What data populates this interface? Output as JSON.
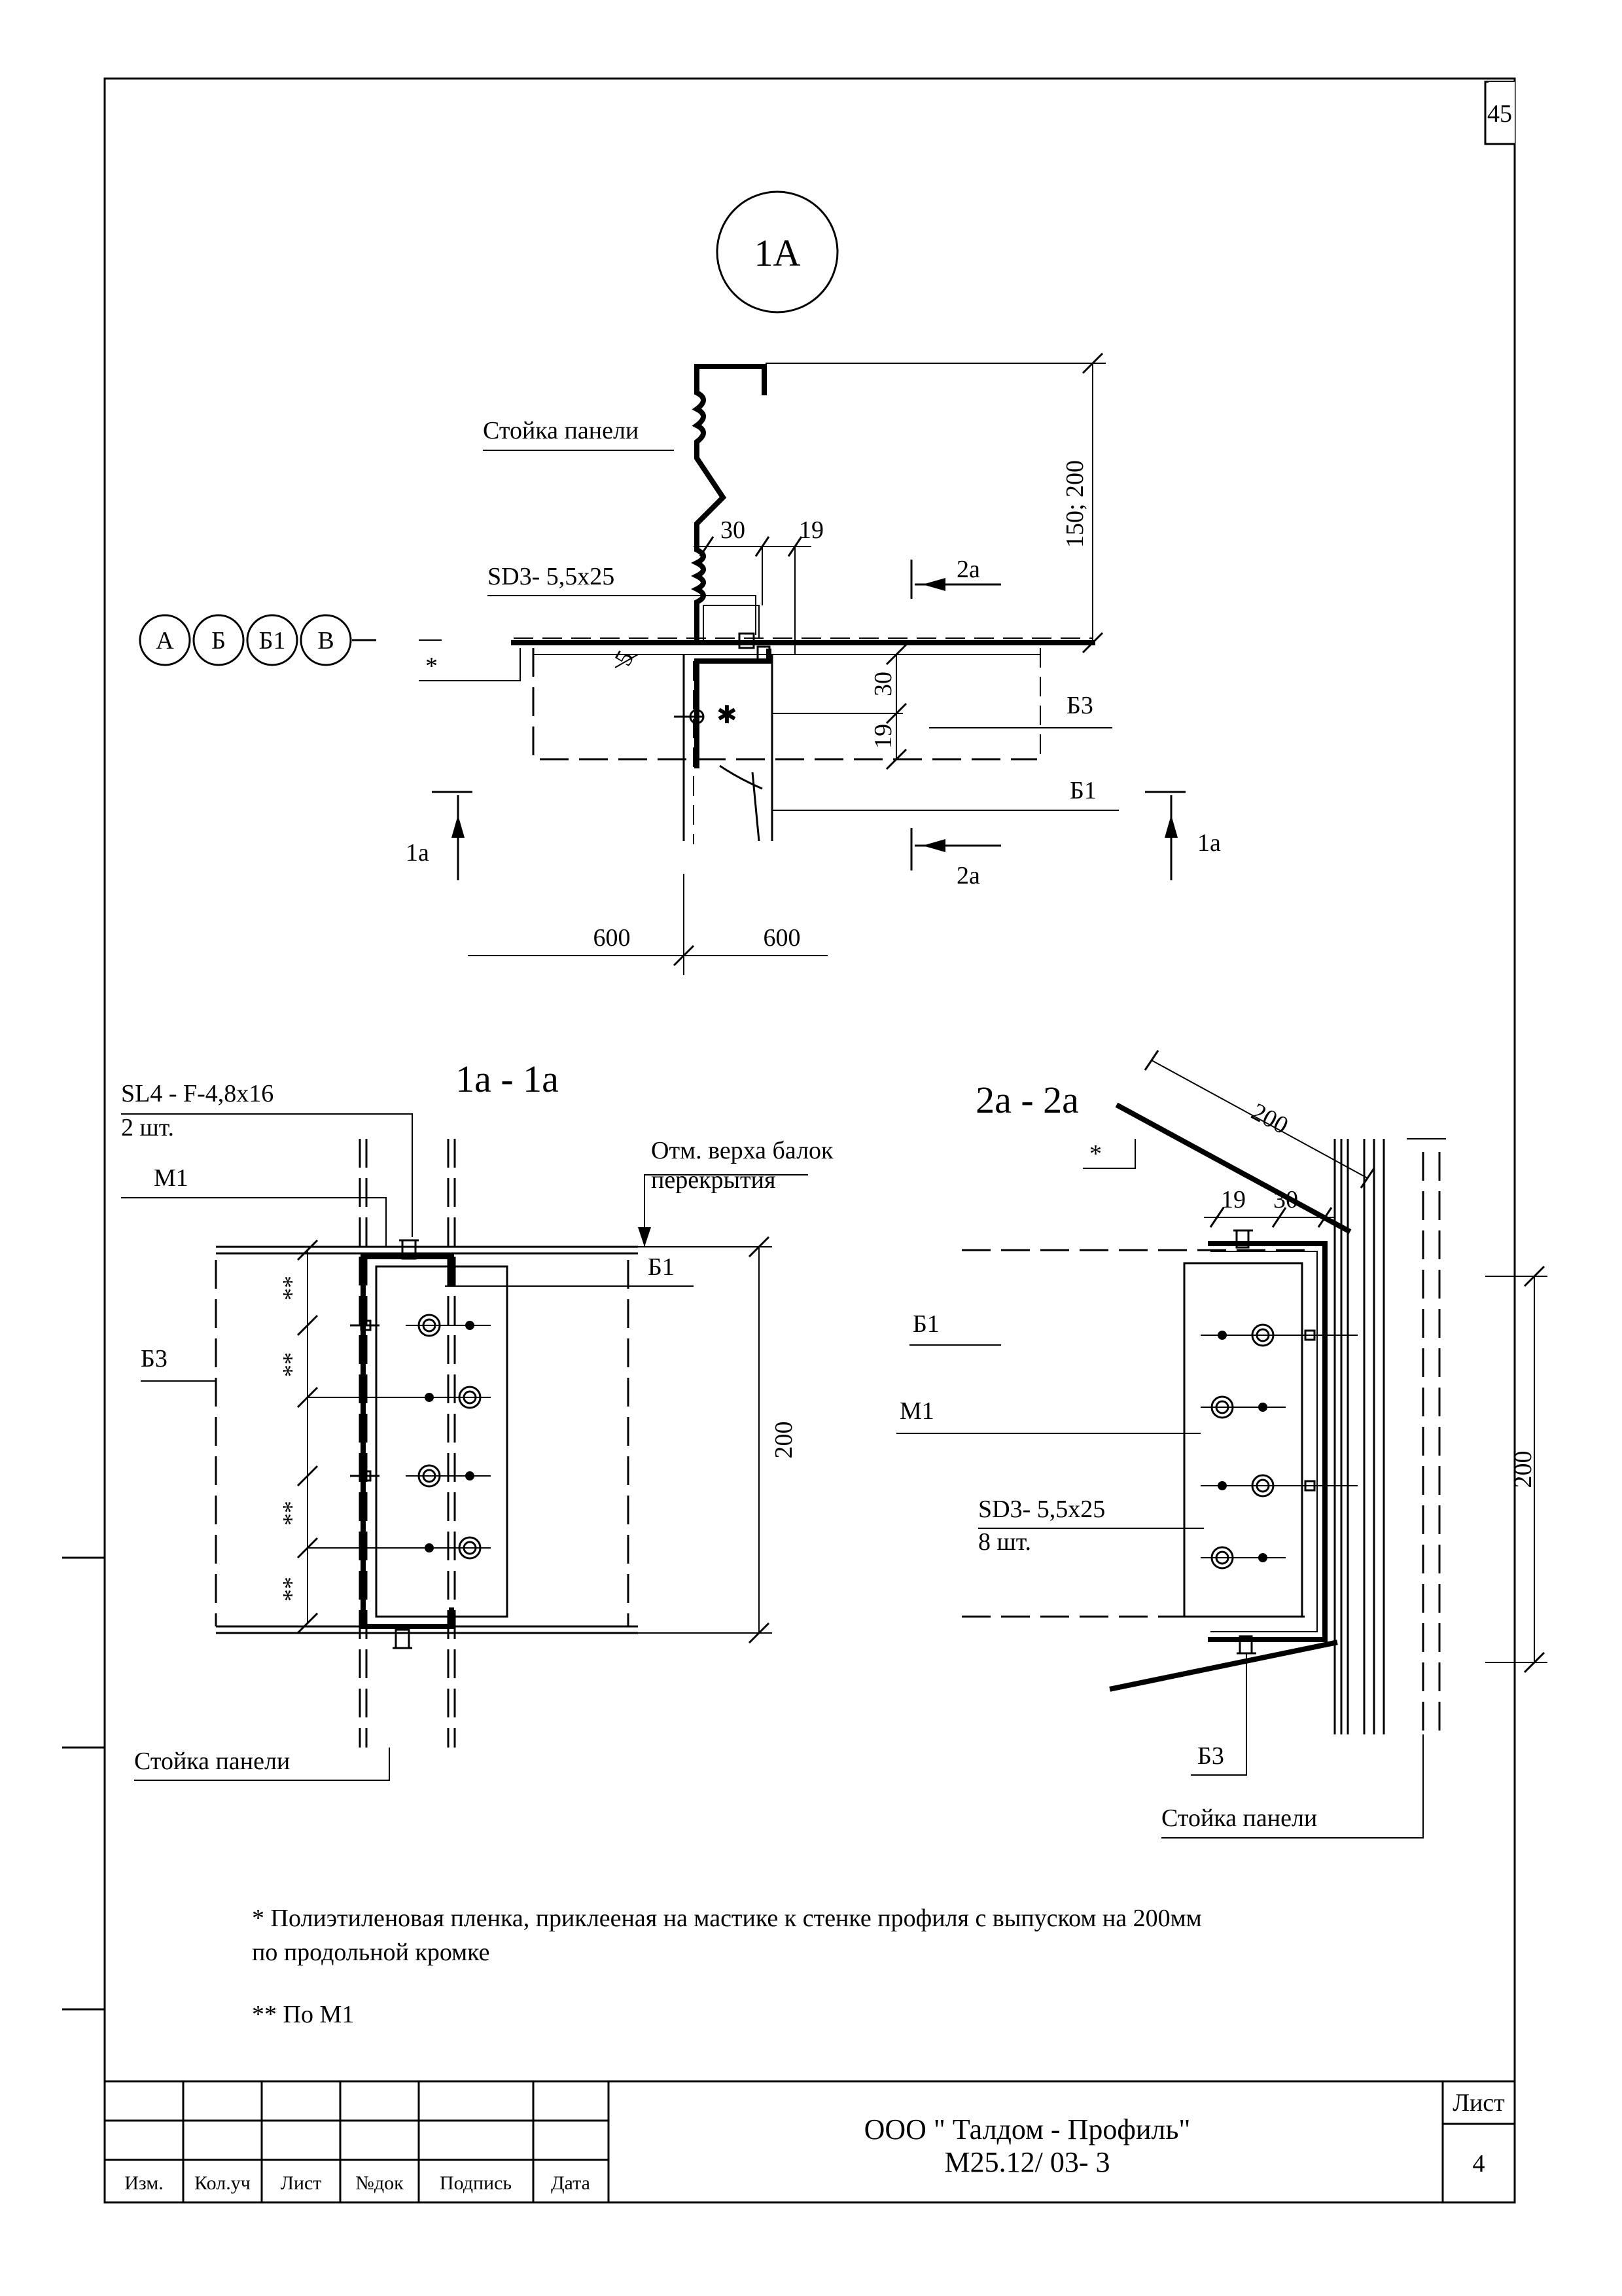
{
  "sheet_number_top": "45",
  "node_title": "1A",
  "axes": [
    "А",
    "Б",
    "Б1",
    "В"
  ],
  "top_view": {
    "stoyka_label": "Стойка панели",
    "screw_label": "SD3- 5,5x25",
    "dim_30": "30",
    "dim_19": "19",
    "dim_150_200": "150; 200",
    "dim_5": "5",
    "dim_30_vert": "30",
    "dim_19_vert": "19",
    "star": "*",
    "asterisk_node": "✱",
    "b3": "Б3",
    "b1": "Б1",
    "cut_1a": "1а",
    "cut_2a": "2а",
    "dim_600_left": "600",
    "dim_600_right": "600"
  },
  "section_1a": {
    "title": "1а - 1а",
    "screw_label": "SL4 - F-4,8x16",
    "screw_qty": "2 шт.",
    "m1": "M1",
    "otm_line1": "Отм. верха балок",
    "otm_line2": "перекрытия",
    "b1": "Б1",
    "b3": "Б3",
    "dim_200": "200",
    "stars": "**",
    "stoyka_label": "Стойка панели"
  },
  "section_2a": {
    "title": "2а - 2а",
    "dim_200_diag": "200",
    "star": "*",
    "dim_19": "19",
    "dim_30": "30",
    "b1": "Б1",
    "m1": "M1",
    "screw_label": "SD3- 5,5x25",
    "screw_qty": "8 шт.",
    "dim_200": "200",
    "b3": "Б3",
    "stoyka_label": "Стойка панели"
  },
  "notes": {
    "note1_line1": "* Полиэтиленовая пленка, приклееная на мастике к стенке профиля с выпуском на 200мм",
    "note1_line2": "по  продольной кромке",
    "note2": "** По М1"
  },
  "title_block": {
    "headers": [
      "Изм.",
      "Кол.уч",
      "Лист",
      "№док",
      "Подпись",
      "Дата"
    ],
    "company": "ООО \" Талдом - Профиль\"",
    "code": "М25.12/ 03- 3",
    "sheet_label": "Лист",
    "sheet_value": "4"
  }
}
